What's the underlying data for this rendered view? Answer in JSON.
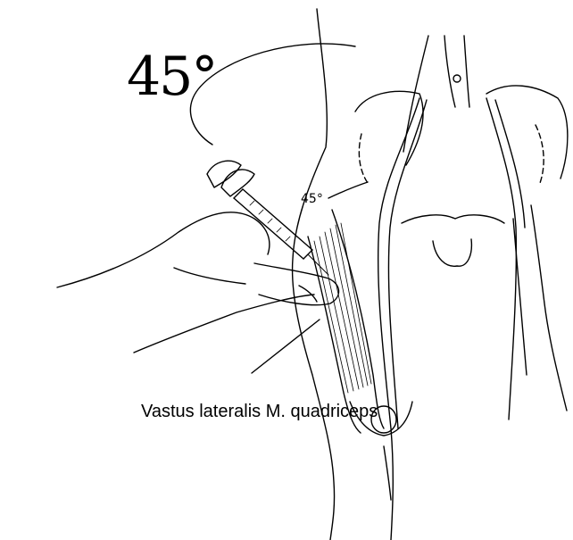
{
  "labels": {
    "angle_large": "45°",
    "angle_small": "45°",
    "caption": "Vastus lateralis M. quadriceps"
  },
  "colors": {
    "ink": "#000000",
    "paper": "#ffffff"
  }
}
